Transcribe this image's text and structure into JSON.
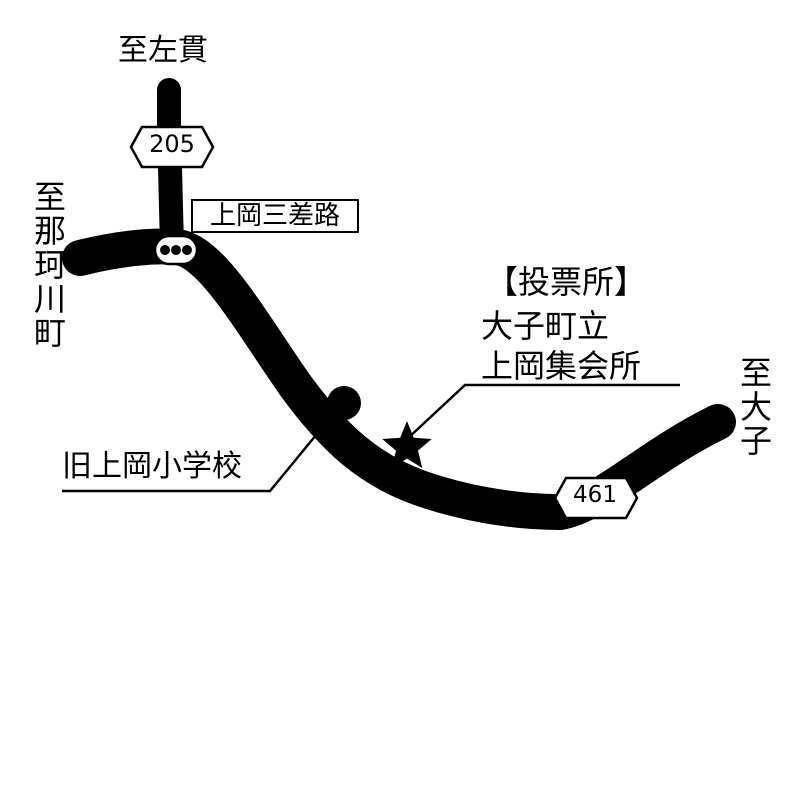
{
  "destinations": {
    "north": "至左貫",
    "west": "至那珂川町",
    "east": "至大子"
  },
  "routes": {
    "north": "205",
    "east": "461"
  },
  "junction": "上岡三差路",
  "polling_place": {
    "title": "【投票所】",
    "line1": "大子町立",
    "line2": "上岡集会所"
  },
  "landmark": "旧上岡小学校",
  "icons": {
    "polling_place": "star-icon",
    "landmark": "filled-circle-icon",
    "junction": "traffic-signal-icon"
  },
  "colors": {
    "road": "#000000",
    "background": "#ffffff"
  }
}
